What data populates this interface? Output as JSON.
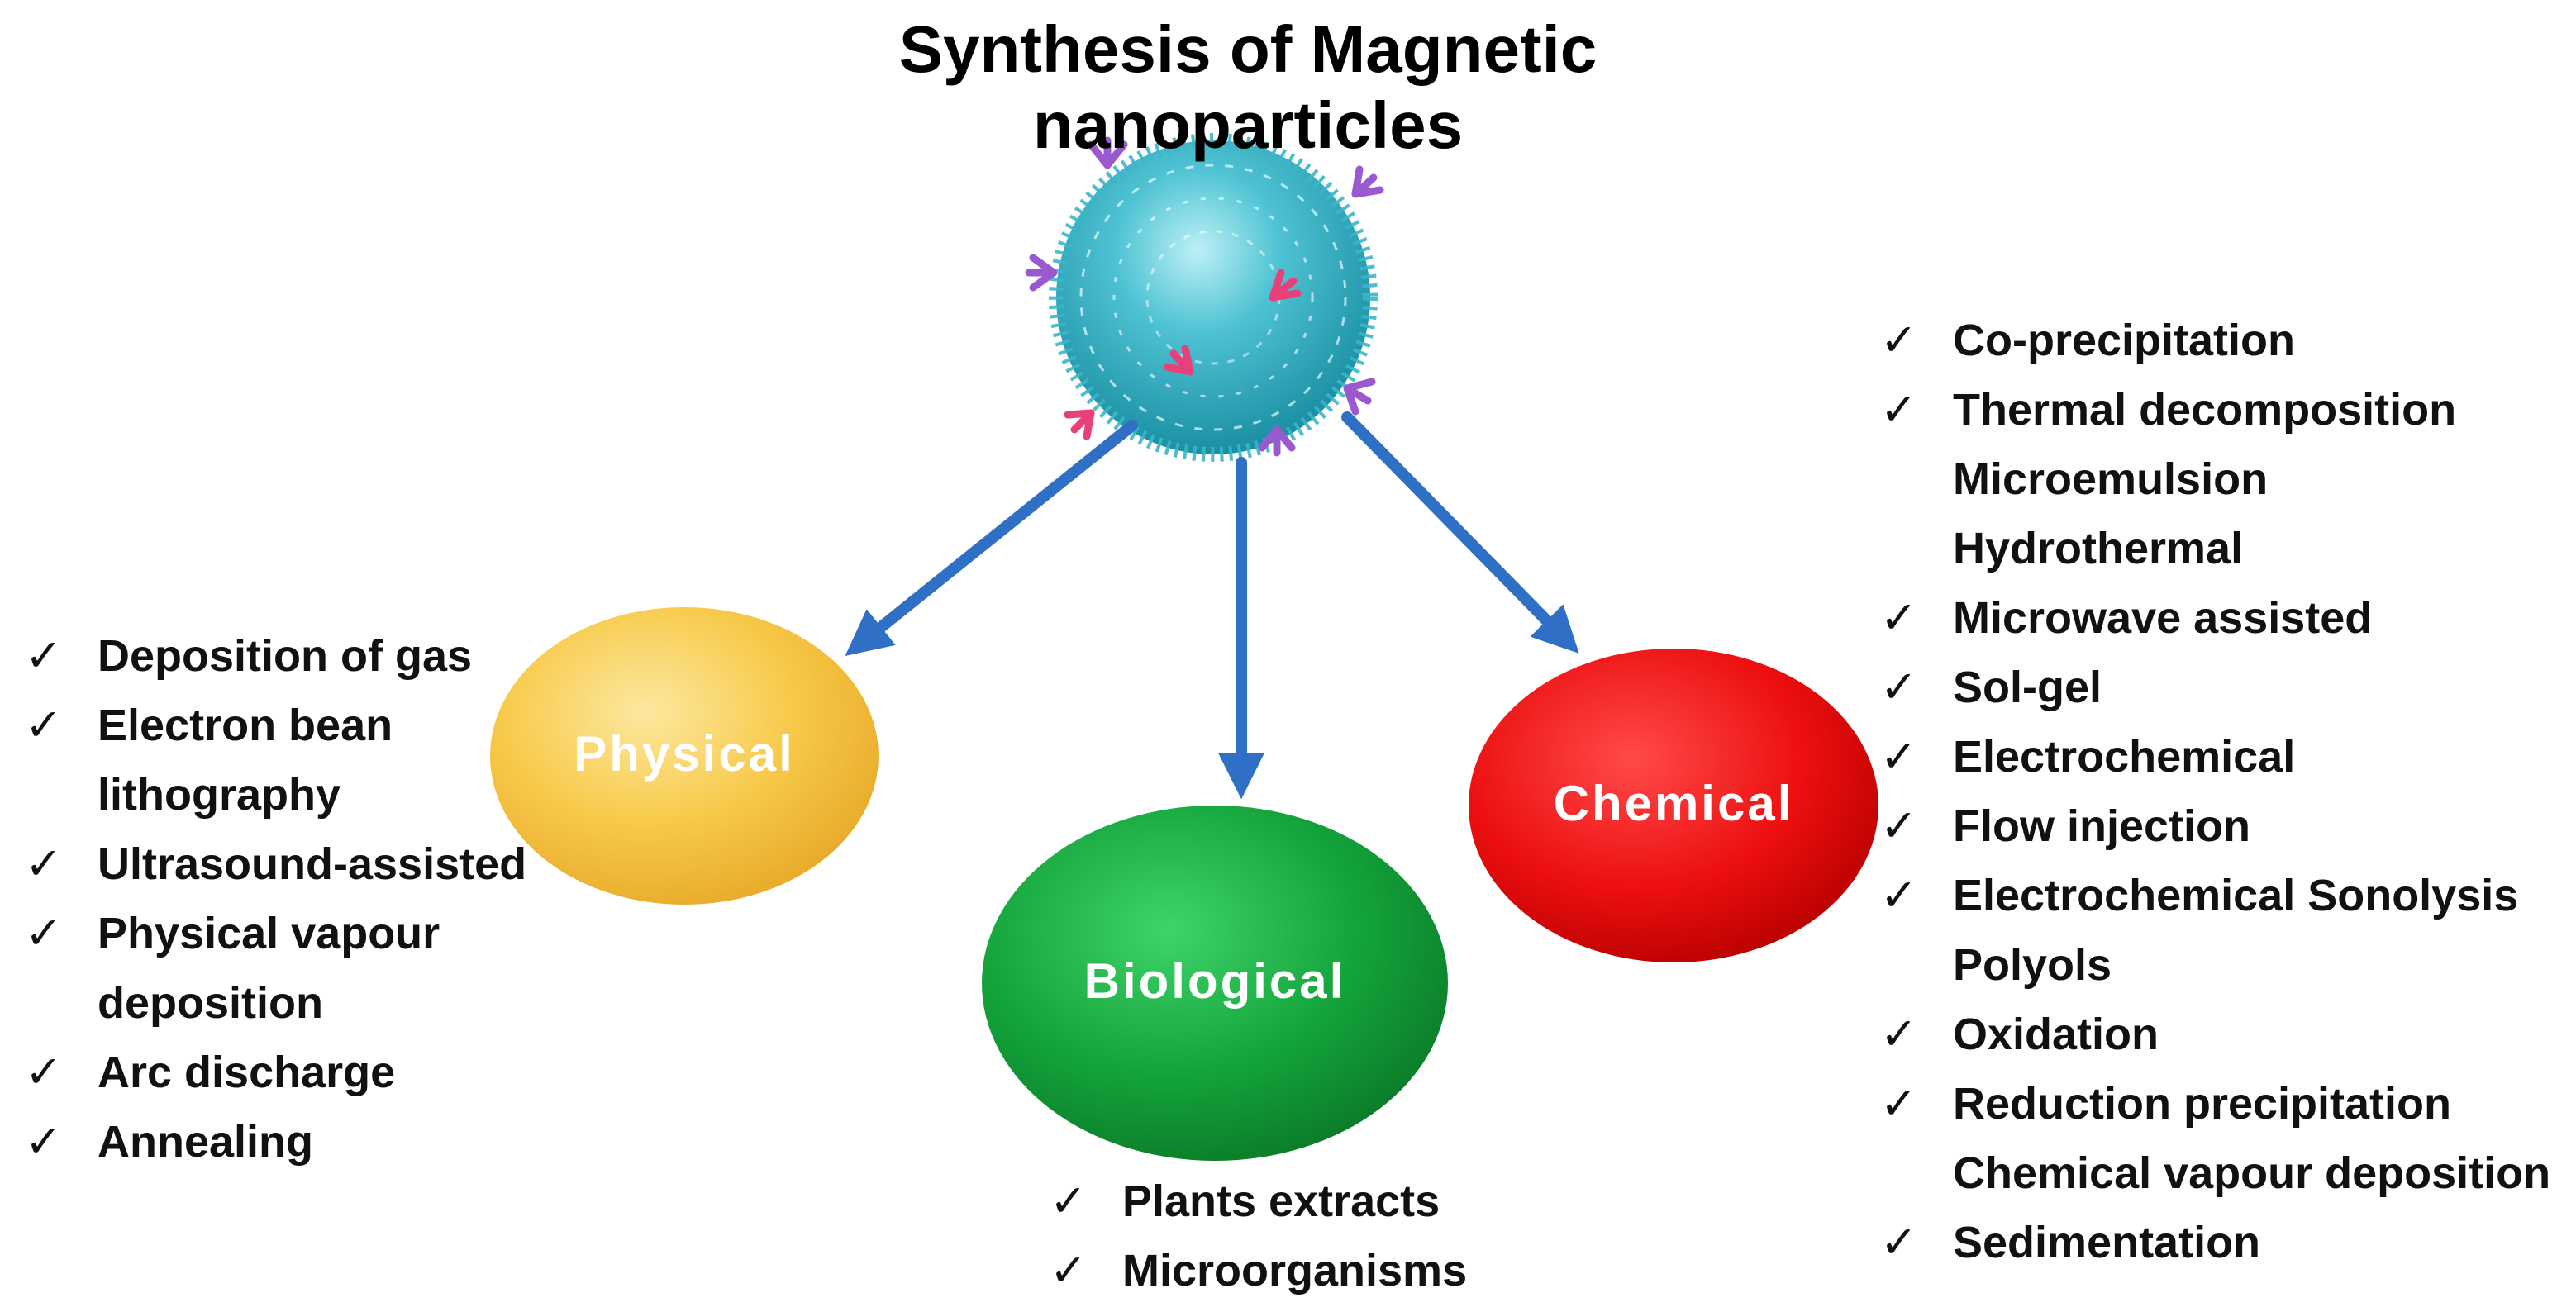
{
  "title": {
    "line1": "Synthesis of Magnetic",
    "line2": "nanoparticles"
  },
  "center_icon": "magnetic-nanoparticle-with-antibodies",
  "colors": {
    "arrow": "#2f6fc6",
    "physical": "#f5c342",
    "biological": "#13a23a",
    "chemical": "#ec0f0f",
    "nanoparticle": "#29a7b8"
  },
  "nodes": {
    "physical": "Physical",
    "biological": "Biological",
    "chemical": "Chemical"
  },
  "physical_methods": [
    {
      "check": "✓",
      "text": "Deposition of gas"
    },
    {
      "check": "✓",
      "text": "Electron bean"
    },
    {
      "check": "",
      "text": "lithography"
    },
    {
      "check": "✓",
      "text": "Ultrasound-assisted"
    },
    {
      "check": "✓",
      "text": "Physical vapour"
    },
    {
      "check": "",
      "text": "deposition"
    },
    {
      "check": "✓",
      "text": "Arc discharge"
    },
    {
      "check": "✓",
      "text": "Annealing"
    }
  ],
  "biological_methods": [
    {
      "check": "✓",
      "text": "Plants extracts"
    },
    {
      "check": "✓",
      "text": "Microorganisms"
    }
  ],
  "chemical_methods": [
    {
      "check": "✓",
      "text": "Co-precipitation"
    },
    {
      "check": "✓",
      "text": "Thermal decomposition"
    },
    {
      "check": "",
      "text": "Microemulsion"
    },
    {
      "check": "",
      "text": "Hydrothermal"
    },
    {
      "check": "✓",
      "text": "Microwave assisted"
    },
    {
      "check": "✓",
      "text": "Sol-gel"
    },
    {
      "check": "✓",
      "text": "Electrochemical"
    },
    {
      "check": "✓",
      "text": "Flow injection"
    },
    {
      "check": "✓",
      "text": "Electrochemical Sonolysis"
    },
    {
      "check": "",
      "text": "Polyols"
    },
    {
      "check": "✓",
      "text": "Oxidation"
    },
    {
      "check": "✓",
      "text": "Reduction precipitation"
    },
    {
      "check": "",
      "text": "Chemical vapour deposition"
    },
    {
      "check": "✓",
      "text": "Sedimentation"
    }
  ]
}
